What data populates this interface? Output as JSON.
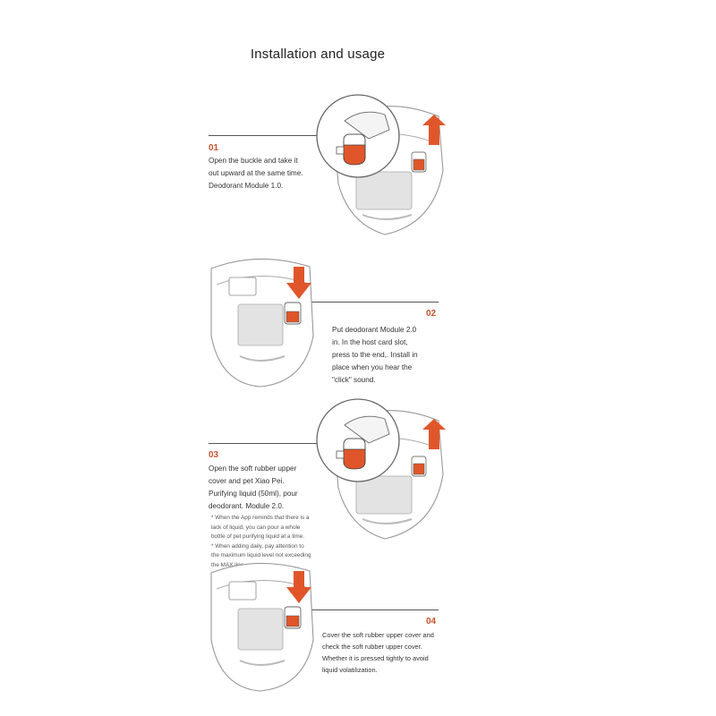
{
  "page": {
    "title": "Installation and usage"
  },
  "steps": [
    {
      "number": "01",
      "lines": [
        "Open the buckle and take it",
        "out upward at the same time.",
        "Deodorant Module 1.0."
      ]
    },
    {
      "number": "02",
      "lines": [
        "Put deodorant Module 2.0",
        "in. In the host card slot,",
        "press to the end,. Install in",
        "place when you hear the",
        "\"click\" sound."
      ]
    },
    {
      "number": "03",
      "lines": [
        "Open the soft rubber upper",
        "cover and pet Xiao Pei.",
        "Purifying liquid (50ml), pour",
        "deodorant. Module 2.0."
      ],
      "notes": [
        "* When the App reminds that there is a",
        "lack of liquid, you can pour a whole",
        "bottle of pet purifying liquid at a time.",
        "* When adding daily, pay attention to",
        "the maximum liquid level not exceeding",
        "the MAX line."
      ]
    },
    {
      "number": "04",
      "lines": [
        "Cover the soft rubber upper cover and",
        "check the soft rubber upper cover.",
        "Whether it is pressed tightly to avoid",
        "liquid volatilization."
      ]
    }
  ],
  "colors": {
    "accent": "#c8532d",
    "arrow": "#e0562a",
    "line": "#555555"
  }
}
